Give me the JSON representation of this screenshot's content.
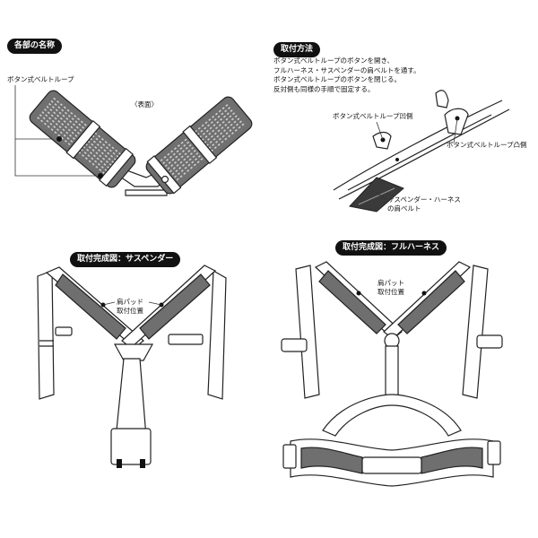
{
  "section1": {
    "title": "各部の名称",
    "label_button_loop": "ボタン式ベルトループ",
    "label_front": "〈表面〉"
  },
  "section2": {
    "title": "取付方法",
    "instructions": [
      "ボタン式ベルトループのボタンを開き、",
      "フルハーネス・サスペンダーの肩ベルトを通す。",
      "ボタン式ベルトループのボタンを閉じる。",
      "反対側も同様の手順で固定する。"
    ],
    "label_concave": "ボタン式ベルトループ凹側",
    "label_convex": "ボタン式ベルトループ凸側",
    "label_shoulder_belt_line1": "サスペンダー・ハーネス",
    "label_shoulder_belt_line2": "の肩ベルト"
  },
  "section3": {
    "title": "取付完成図：サスペンダー",
    "label_pad_line1": "肩パッド",
    "label_pad_line2": "取付位置"
  },
  "section4": {
    "title": "取付完成図：フルハーネス",
    "label_pad_line1": "肩パット",
    "label_pad_line2": "取付位置"
  },
  "colors": {
    "pad_fill": "#6f6f6f",
    "line": "#222222",
    "background": "#ffffff"
  }
}
